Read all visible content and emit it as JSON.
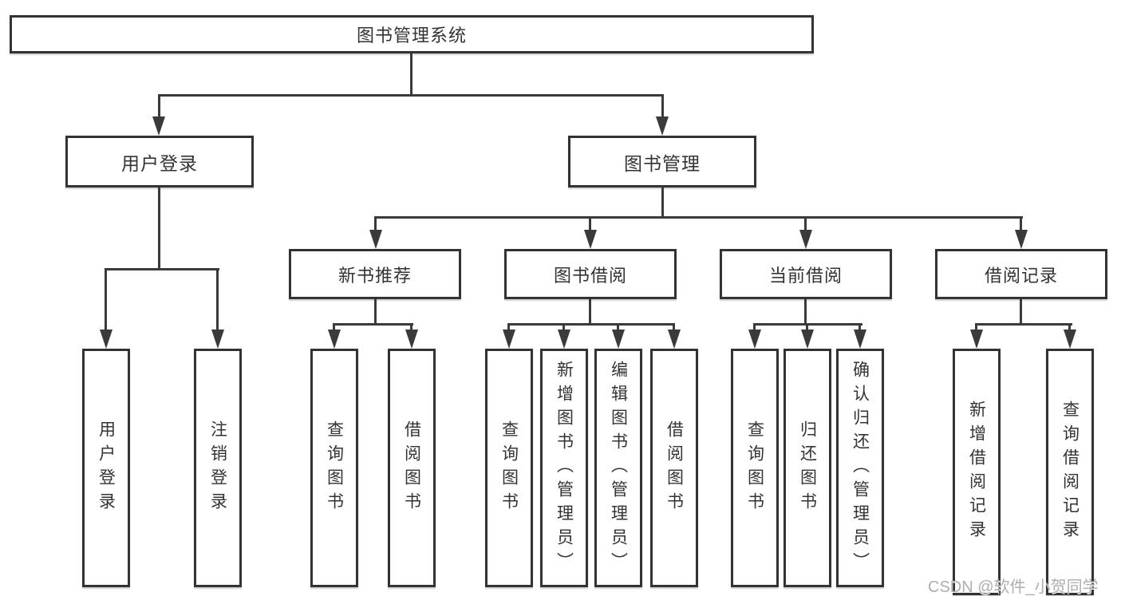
{
  "diagram": {
    "root": {
      "label": "图书管理系统"
    },
    "user_login": {
      "label": "用户登录",
      "children": [
        {
          "label": "用户登录"
        },
        {
          "label": "注销登录"
        }
      ]
    },
    "book_mgmt": {
      "label": "图书管理",
      "sections": [
        {
          "label": "新书推荐",
          "children": [
            {
              "label": "查询图书"
            },
            {
              "label": "借阅图书"
            }
          ]
        },
        {
          "label": "图书借阅",
          "children": [
            {
              "label": "查询图书"
            },
            {
              "label": "新增图书（管理员）"
            },
            {
              "label": "编辑图书（管理员）"
            },
            {
              "label": "借阅图书"
            }
          ]
        },
        {
          "label": "当前借阅",
          "children": [
            {
              "label": "查询图书"
            },
            {
              "label": "归还图书"
            },
            {
              "label": "确认归还（管理员）"
            }
          ]
        },
        {
          "label": "借阅记录",
          "children": [
            {
              "label": "新增借阅记录"
            },
            {
              "label": "查询借阅记录"
            }
          ]
        }
      ]
    }
  },
  "watermark": "CSDN @软件_小贺同学",
  "colors": {
    "line": "#3a3a3a",
    "box_border": "#333333",
    "text": "#333333",
    "watermark": "#adadad",
    "background": "#ffffff"
  }
}
